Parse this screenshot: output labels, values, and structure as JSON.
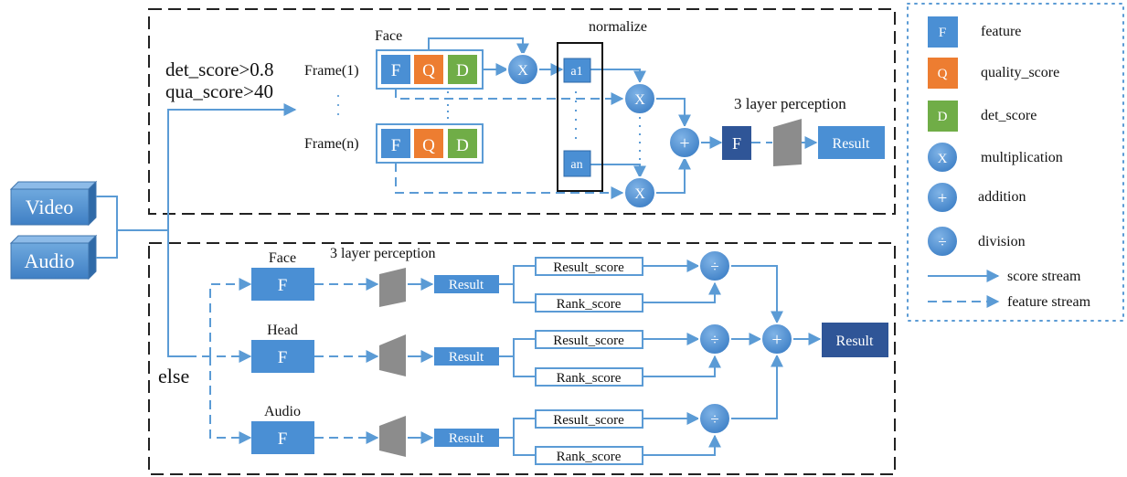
{
  "inputs": {
    "video": "Video",
    "audio": "Audio"
  },
  "top": {
    "condition1": "det_score>0.8",
    "condition2": "qua_score>40",
    "face": "Face",
    "frame1": "Frame(1)",
    "framen": "Frame(n)",
    "normalize": "normalize",
    "F": "F",
    "Q": "Q",
    "D": "D",
    "x": "X",
    "a1": "a1",
    "an": "an",
    "plus": "+",
    "perception": "3 layer  perception",
    "result": "Result"
  },
  "bottom": {
    "else": "else",
    "perception": "3 layer  perception",
    "F": "F",
    "result": "Result",
    "result_score": "Result_score",
    "rank_score": "Rank_score",
    "div": "÷",
    "plus": "+",
    "final_result": "Result",
    "branches": [
      {
        "label": "Face"
      },
      {
        "label": "Head"
      },
      {
        "label": "Audio"
      }
    ]
  },
  "legend": {
    "items": [
      {
        "symbol": "F",
        "text": "feature"
      },
      {
        "symbol": "Q",
        "text": "quality_score"
      },
      {
        "symbol": "D",
        "text": "det_score"
      },
      {
        "symbol": "X",
        "text": "multiplication"
      },
      {
        "symbol": "+",
        "text": "addition"
      },
      {
        "symbol": "÷",
        "text": "division"
      }
    ],
    "score_stream": "score stream",
    "feature_stream": "feature stream"
  },
  "colors": {
    "feature": "#4a8fd4",
    "quality": "#ed7d31",
    "det": "#70ad47",
    "dark_blue": "#2f5597",
    "line": "#5b9bd5",
    "perception": "#8c8c8c"
  }
}
